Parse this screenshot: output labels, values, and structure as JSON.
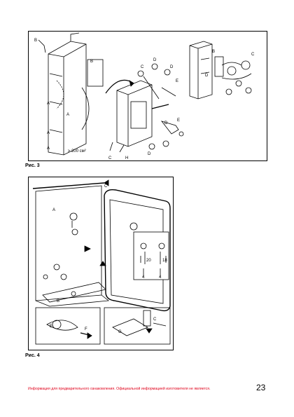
{
  "figures": [
    {
      "caption": "Рис. 3",
      "labels": [
        "B",
        "A",
        "B",
        "A",
        "A",
        "A",
        "C",
        "D",
        "D",
        "E",
        "D",
        "E",
        "D",
        "C",
        "H",
        "D",
        "C",
        "B"
      ],
      "dimension": "≥ 200 см²"
    },
    {
      "caption": "Рис. 4",
      "labels": [
        "C",
        "A",
        "B",
        "E",
        "F",
        "G",
        "C"
      ],
      "dimension_left": "20",
      "dimension_right": "18",
      "dimension_bottom_left": "4",
      "dimension_bottom_right": "4"
    }
  ],
  "footer": {
    "note": "Информация для предварительного ознакомления. Официальной информацией изготовителя не является.",
    "page_number": "23"
  },
  "colors": {
    "footer_note": "#e0001a"
  }
}
